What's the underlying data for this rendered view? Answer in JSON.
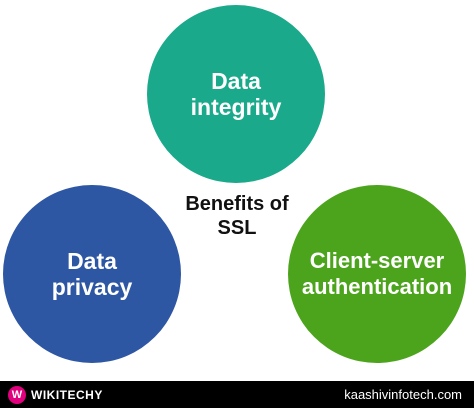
{
  "diagram": {
    "center": {
      "line1": "Benefits of",
      "line2": "SSL"
    },
    "circles": [
      {
        "line1": "Data",
        "line2": "integrity",
        "color": "#1aa98a"
      },
      {
        "line1": "Data",
        "line2": "privacy",
        "color": "#2d56a3"
      },
      {
        "line1": "Client-server",
        "line2": "authentication",
        "color": "#4ca41c"
      }
    ]
  },
  "footer": {
    "brand_mark": "W",
    "brand_name": "WIKITECHY",
    "site": "kaashivinfotech.com",
    "brand_color": "#e3007e"
  }
}
